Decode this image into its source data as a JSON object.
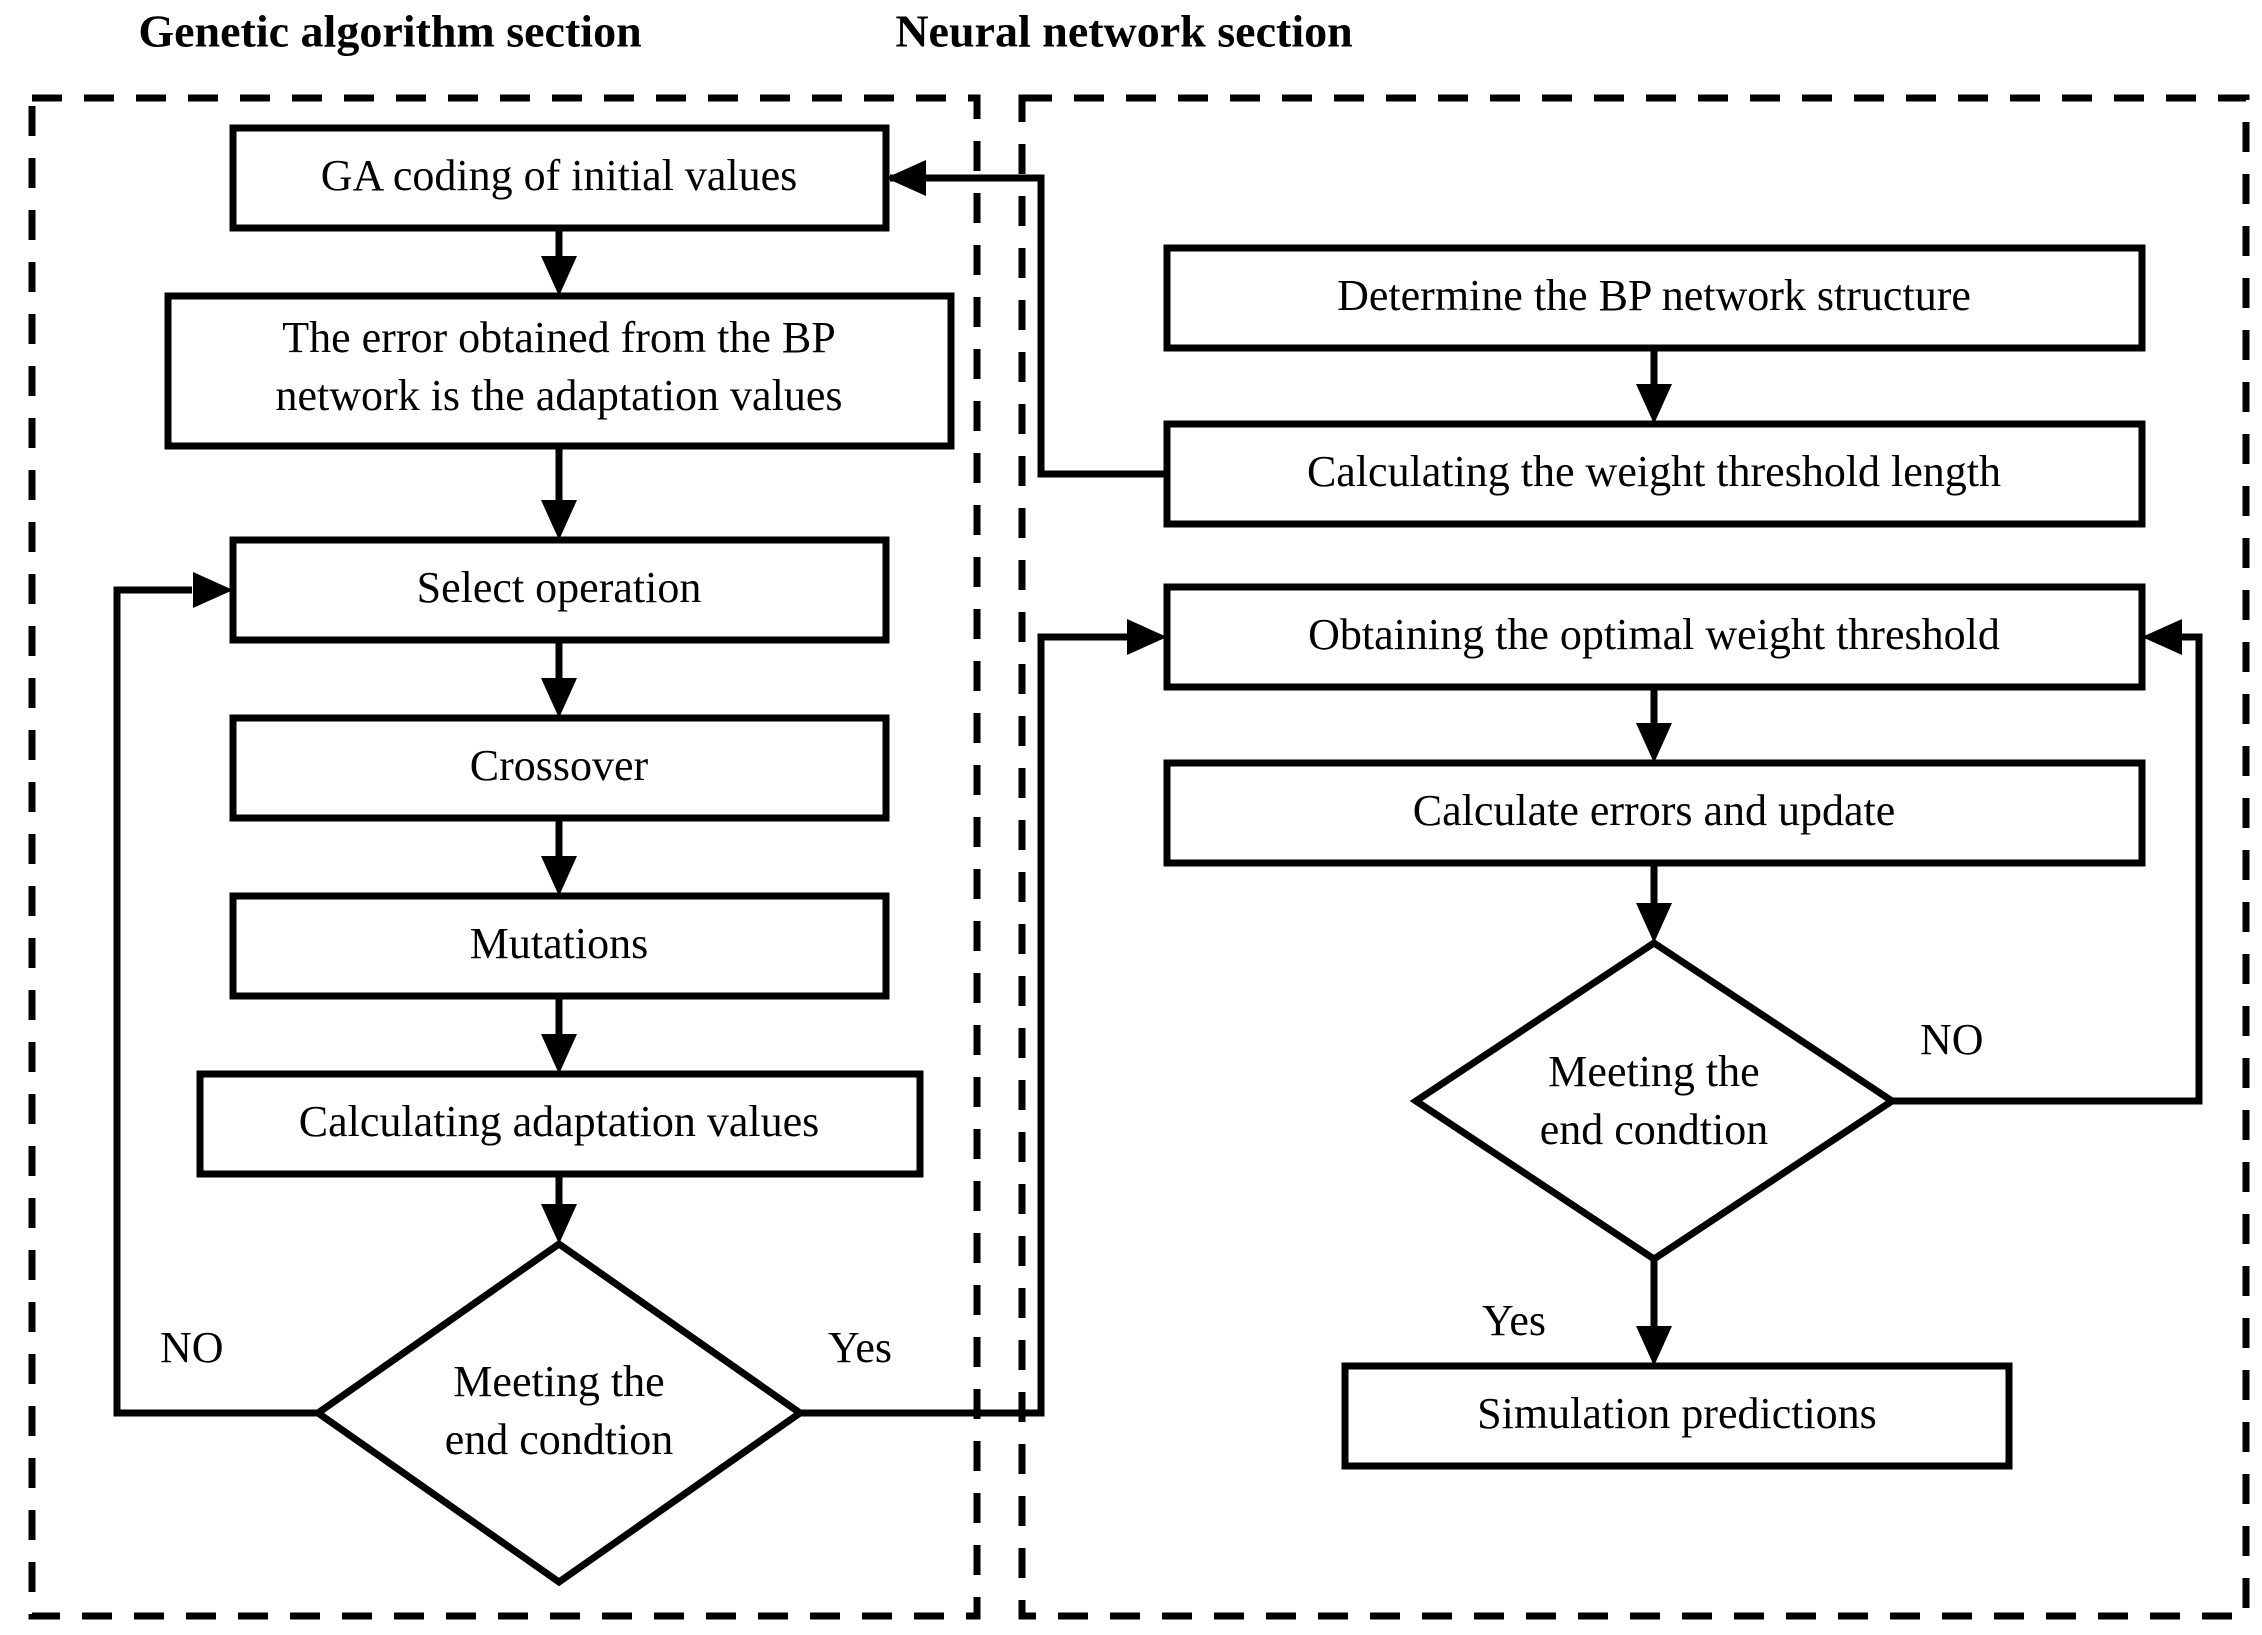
{
  "diagram": {
    "title_left": "Genetic algorithm section",
    "title_right": "Neural network section"
  },
  "sections": [
    {
      "id": "genetic-algorithm",
      "title": "Genetic algorithm section",
      "nodes": [
        {
          "id": "ga-coding",
          "type": "process",
          "label": "GA coding of initial values"
        },
        {
          "id": "bp-error-adaptation",
          "type": "process",
          "label_line1": "The error obtained from the BP",
          "label_line2": "network is the adaptation values"
        },
        {
          "id": "select-operation",
          "type": "process",
          "label": "Select operation"
        },
        {
          "id": "crossover",
          "type": "process",
          "label": "Crossover"
        },
        {
          "id": "mutations",
          "type": "process",
          "label": "Mutations"
        },
        {
          "id": "calculating-adaptation",
          "type": "process",
          "label": "Calculating adaptation values"
        },
        {
          "id": "ga-decision",
          "type": "decision",
          "label_line1": "Meeting the",
          "label_line2": "end condtion"
        }
      ],
      "edge_labels": {
        "no": "NO",
        "yes": "Yes"
      }
    },
    {
      "id": "neural-network",
      "title": "Neural network section",
      "nodes": [
        {
          "id": "determine-bp-structure",
          "type": "process",
          "label": "Determine the BP network structure"
        },
        {
          "id": "calc-weight-threshold",
          "type": "process",
          "label": "Calculating the weight threshold length"
        },
        {
          "id": "obtain-optimal-weight",
          "type": "process",
          "label": "Obtaining the optimal weight threshold"
        },
        {
          "id": "calculate-errors-update",
          "type": "process",
          "label": "Calculate errors and update"
        },
        {
          "id": "nn-decision",
          "type": "decision",
          "label_line1": "Meeting the",
          "label_line2": "end condtion"
        },
        {
          "id": "simulation-predictions",
          "type": "process",
          "label": "Simulation predictions"
        }
      ],
      "edge_labels": {
        "no": "NO",
        "yes": "Yes"
      }
    }
  ],
  "colors": {
    "stroke": "#000000",
    "fill": "#ffffff",
    "background": "#ffffff"
  }
}
